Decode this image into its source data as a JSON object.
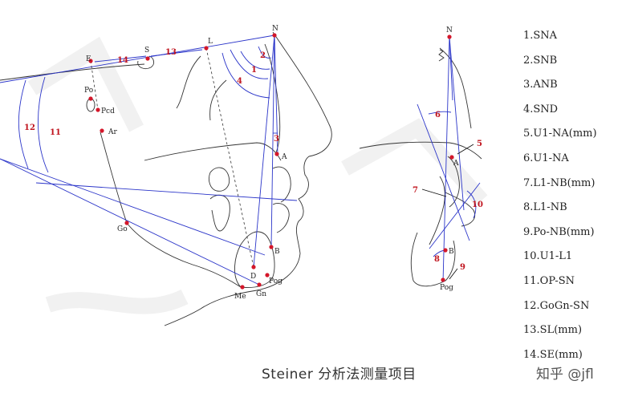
{
  "points_main": [
    {
      "id": "N",
      "label": "N"
    },
    {
      "id": "S",
      "label": "S"
    },
    {
      "id": "L",
      "label": "L"
    },
    {
      "id": "E",
      "label": "E"
    },
    {
      "id": "Po",
      "label": "Po"
    },
    {
      "id": "Pcd",
      "label": "Pcd"
    },
    {
      "id": "Ar",
      "label": "Ar"
    },
    {
      "id": "A",
      "label": "A"
    },
    {
      "id": "B",
      "label": "B"
    },
    {
      "id": "Go",
      "label": "Go"
    },
    {
      "id": "D",
      "label": "D"
    },
    {
      "id": "Pog",
      "label": "Pog"
    },
    {
      "id": "Me",
      "label": "Me"
    },
    {
      "id": "Gn",
      "label": "Gn"
    }
  ],
  "angle_numbers_main": [
    "1",
    "2",
    "3",
    "4",
    "11",
    "12",
    "13",
    "14"
  ],
  "points_detail": [
    {
      "id": "N",
      "label": "N"
    },
    {
      "id": "A",
      "label": "A"
    },
    {
      "id": "B",
      "label": "B"
    },
    {
      "id": "Pog",
      "label": "Pog"
    }
  ],
  "angle_numbers_detail": [
    "5",
    "6",
    "7",
    "8",
    "9",
    "10"
  ],
  "legend": [
    "1.SNA",
    "2.SNB",
    "3.ANB",
    "4.SND",
    "5.U1-NA(mm)",
    "6.U1-NA",
    "7.L1-NB(mm)",
    "8.L1-NB",
    "9.Po-NB(mm)",
    "10.U1-L1",
    "11.OP-SN",
    "12.GoGn-SN",
    "13.SL(mm)",
    "14.SE(mm)"
  ],
  "caption": "Steiner 分析法测量项目",
  "watermark": "知乎 @jfl",
  "colors": {
    "point": "#d4172a",
    "number": "#c0141e",
    "line": "#2b35c9",
    "outline": "#333333",
    "text": "#222222"
  }
}
